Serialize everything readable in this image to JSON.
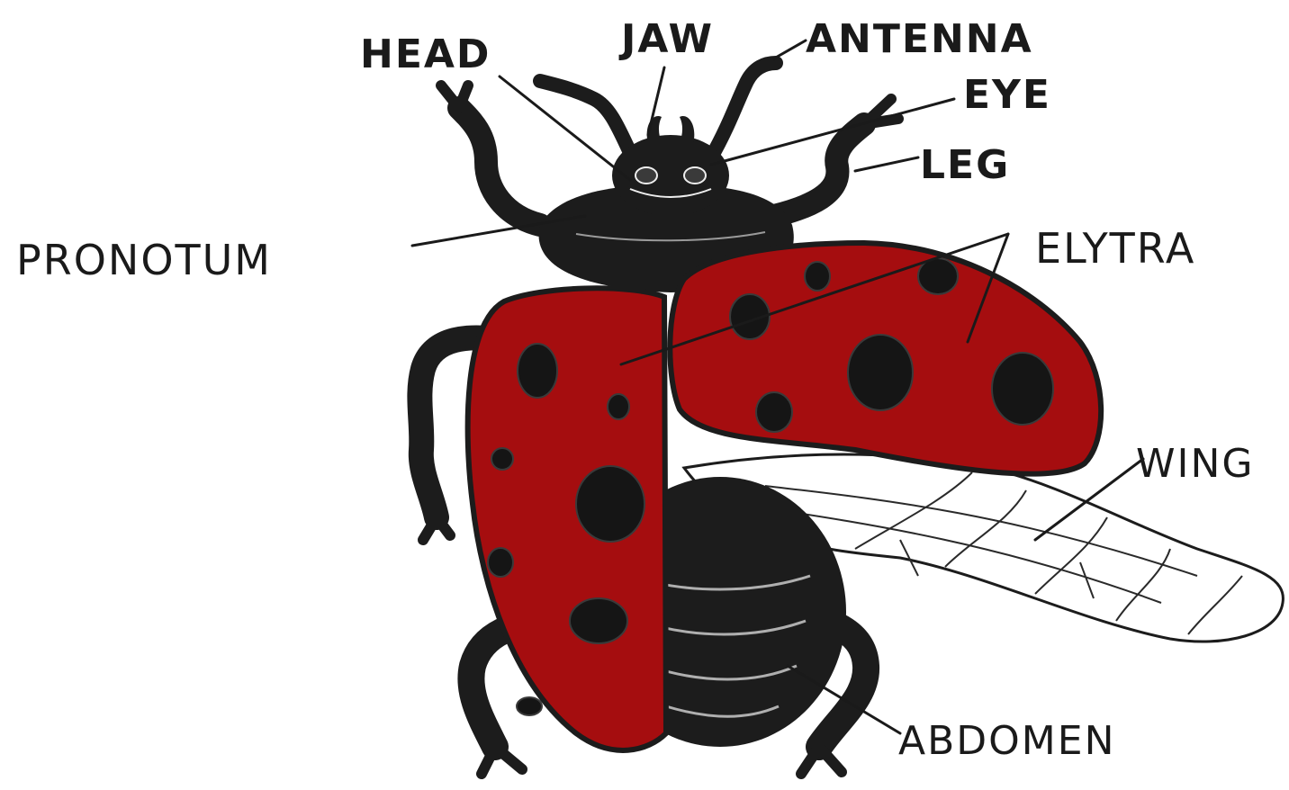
{
  "colors": {
    "background": "#ffffff",
    "body": "#1c1c1c",
    "elytra": "#a50d0f",
    "spots": "#151515",
    "wing_vein": "#2a2a2a"
  },
  "labels": {
    "head": "HEAD",
    "jaw": "JAW",
    "antenna": "ANTENNA",
    "eye": "EYE",
    "leg": "LEG",
    "pronotum": "PRONOTUM",
    "elytra": "ELYTRA",
    "wing": "WING",
    "abdomen": "ABDOMEN"
  }
}
